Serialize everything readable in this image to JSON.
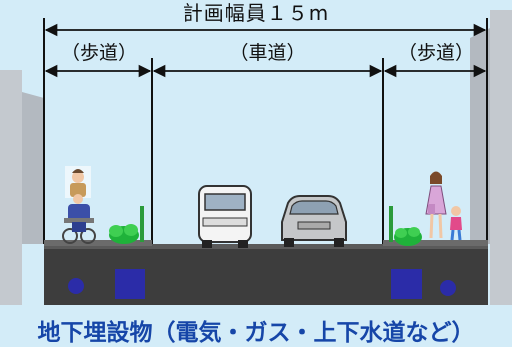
{
  "title": "計画幅員１５m",
  "sections": {
    "left_sidewalk": "（歩道）",
    "roadway": "（車道）",
    "right_sidewalk": "（歩道）"
  },
  "caption": "地下埋設物（電気・ガス・上下水道など）",
  "colors": {
    "background": "#d3ecf8",
    "ground": "#3d3d3d",
    "conduit": "#2b2ca8",
    "caption": "#1646a8"
  },
  "icons": [
    "wheelchair-user-icon",
    "bush-icon",
    "van-icon",
    "car-icon",
    "pedestrians-icon"
  ]
}
